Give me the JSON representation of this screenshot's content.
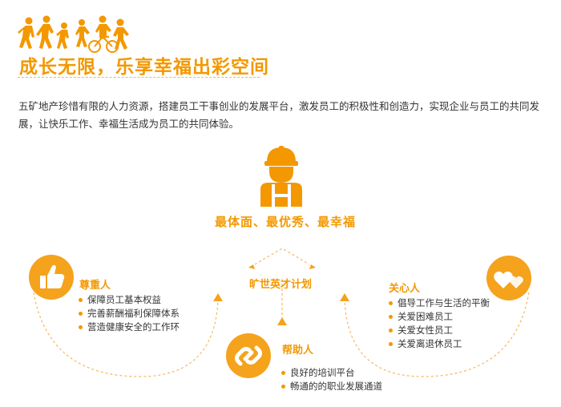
{
  "header": {
    "title": "成长无限，乐享幸福出彩空间"
  },
  "intro": {
    "text": "五矿地产珍惜有限的人力资源，搭建员工干事创业的发展平台，激发员工的积极性和创造力，实现企业与员工的共同发展，让快乐工作、幸福生活成为员工的共同体验。"
  },
  "goal": {
    "text": "最体面、最优秀、最幸福"
  },
  "center": {
    "label": "旷世英才计划"
  },
  "groups": {
    "respect": {
      "title": "尊重人",
      "items": [
        "保障员工基本权益",
        "完善薪酬福利保障体系",
        "营造健康安全的工作环"
      ]
    },
    "help": {
      "title": "帮助人",
      "items": [
        "良好的培训平台",
        "畅通的的职业发展通道"
      ]
    },
    "care": {
      "title": "关心人",
      "items": [
        "倡导工作与生活的平衡",
        "关爱困难员工",
        "关爱女性员工",
        "关爱离退休员工"
      ]
    }
  },
  "colors": {
    "accent": "#f39800",
    "icon_bg": "#f5a21c",
    "arc": "#f6b85c"
  },
  "icons": [
    "family-silhouette-icon",
    "worker-helmet-icon",
    "thumbs-up-icon",
    "chain-link-icon",
    "hearts-icon"
  ]
}
